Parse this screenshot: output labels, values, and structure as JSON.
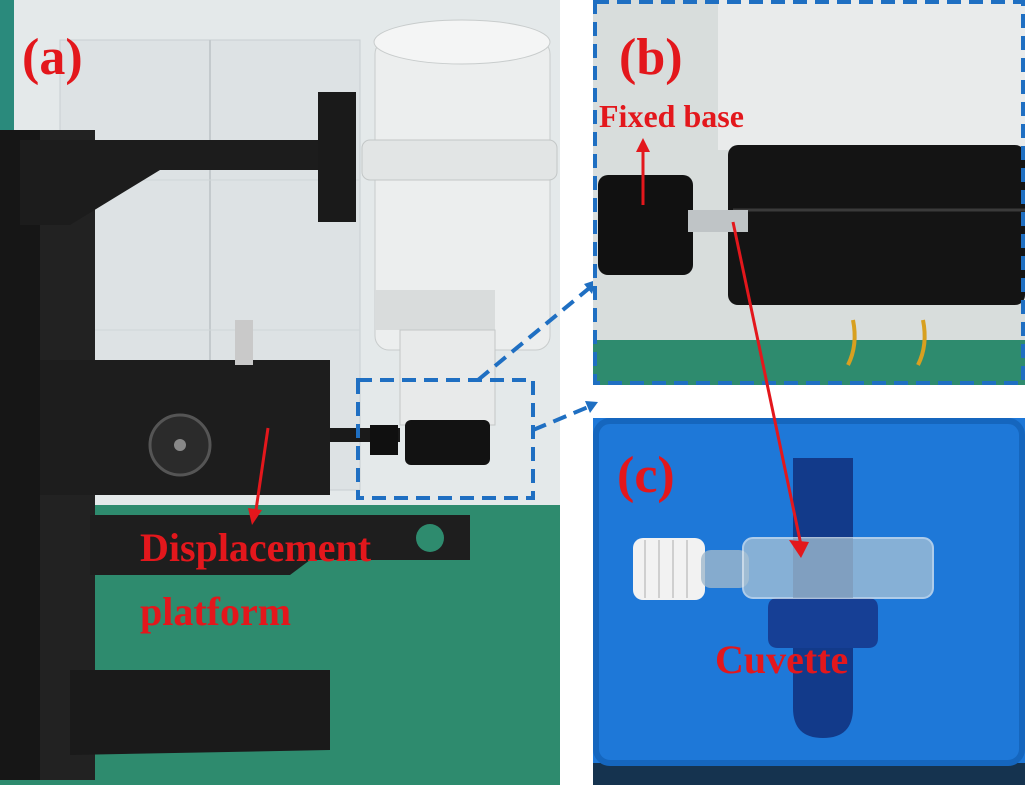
{
  "figure": {
    "panels": [
      {
        "id": "a",
        "letter": "(a)"
      },
      {
        "id": "b",
        "letter": "(b)"
      },
      {
        "id": "c",
        "letter": "(c)"
      }
    ],
    "annotations": {
      "displacement_line1": "Displacement",
      "displacement_line2": "platform",
      "fixed_base": "Fixed base",
      "cuvette": "Cuvette"
    },
    "colors": {
      "label_red": "#e3171c",
      "callout_blue": "#1f6fc2",
      "lab_bench_green": "#2e8b6e",
      "foam_blue": "#1e78d8",
      "device_white": "#e8eaea",
      "mount_black": "#1a1a1a"
    }
  }
}
